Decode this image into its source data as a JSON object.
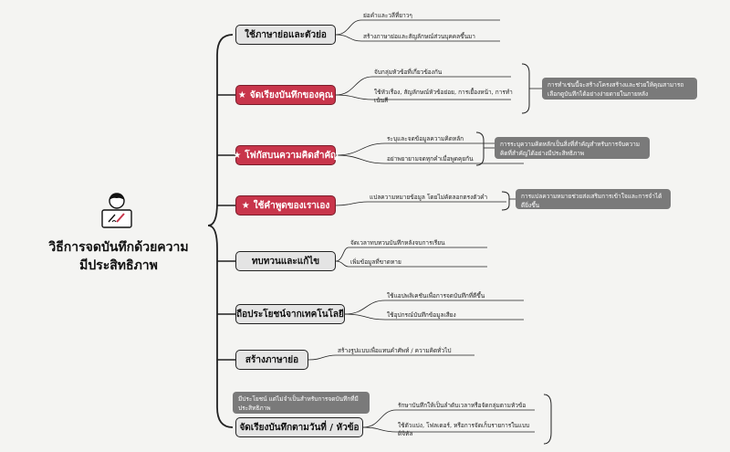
{
  "central": {
    "title_line1": "วิธีการจดบันทึกด้วยความ",
    "title_line2": "มีประสิทธิภาพ",
    "icon": "person-laptop-icon"
  },
  "branches": [
    {
      "label": "ใช้ภาษาย่อและตัวย่อ",
      "starred": false,
      "children": [
        "ย่อคำและวลีที่ยาวๆ",
        "สร้างภาษาย่อและสัญลักษณ์ส่วนบุคคลขึ้นมา"
      ]
    },
    {
      "label": "จัดเรียงบันทึกของคุณ",
      "starred": true,
      "children": [
        "จับกลุ่มหัวข้อที่เกี่ยวข้องกัน",
        "ใช้หัวเรื่อง, สัญลักษณ์หัวข้อย่อย, การเยื้องหน้า, การทำเน้นสี"
      ],
      "note": "การทำเช่นนี้จะสร้างโครงสร้างและช่วยให้คุณสามารถเลือกดูบันทึกได้อย่างง่ายดายในภายหลัง"
    },
    {
      "label": "โฟกัสบนความคิดสำคัญ",
      "starred": true,
      "children": [
        "ระบุและจดข้อมูลความคิดหลัก",
        "อย่าพยายามจดทุกคำเมื่อพูดคุยกัน"
      ],
      "note": "การระบุความคิดหลักเป็นสิ่งที่สำคัญสำหรับการจับความคิดที่สำคัญได้อย่างมีประสิทธิภาพ"
    },
    {
      "label": "ใช้คำพูดของเราเอง",
      "starred": true,
      "children": [
        "แปลความหมายข้อมูล โดยไม่คัดลอกตรงตัวคำ"
      ],
      "note": "การแปลความหมายช่วยส่งเสริมการเข้าใจและการจำได้ดียิ่งขึ้น"
    },
    {
      "label": "ทบทวนและแก้ไข",
      "starred": false,
      "children": [
        "จัดเวลาทบทวนบันทึกหลังจบการเรียน",
        "เพิ่มข้อมูลที่ขาดหาย"
      ]
    },
    {
      "label": "ถือประโยชน์จากเทคโนโลยี",
      "starred": false,
      "children": [
        "ใช้แอปพลิเคชันเพื่อการจดบันทึกที่ดีขึ้น",
        "ใช้อุปกรณ์บันทึกข้อมูลเสียง"
      ]
    },
    {
      "label": "สร้างภาษาย่อ",
      "starred": false,
      "children": [
        "สร้างรูปแบบเพื่อแทนคำศัพท์ / ความคิดทั่วไป"
      ]
    },
    {
      "label": "จัดเรียงบันทึกตามวันที่ / หัวข้อ",
      "starred": false,
      "children": [
        "รักษาบันทึกให้เป็นลำดับเวลาหรือจัดกลุ่มตามหัวข้อ",
        "ใช้ตัวแบ่ง, โฟลเดอร์, หรือการจัดเก็บรายการในแบบดิจิทัล"
      ],
      "top_note": "มีประโยชน์ แต่ไม่จำเป็นสำหรับการจดบันทึกที่มีประสิทธิภาพ"
    }
  ],
  "colors": {
    "star_fill": "#c8354b",
    "plain_fill": "#e4e4e4",
    "note_fill": "#7a7a7a",
    "line": "#222222"
  }
}
